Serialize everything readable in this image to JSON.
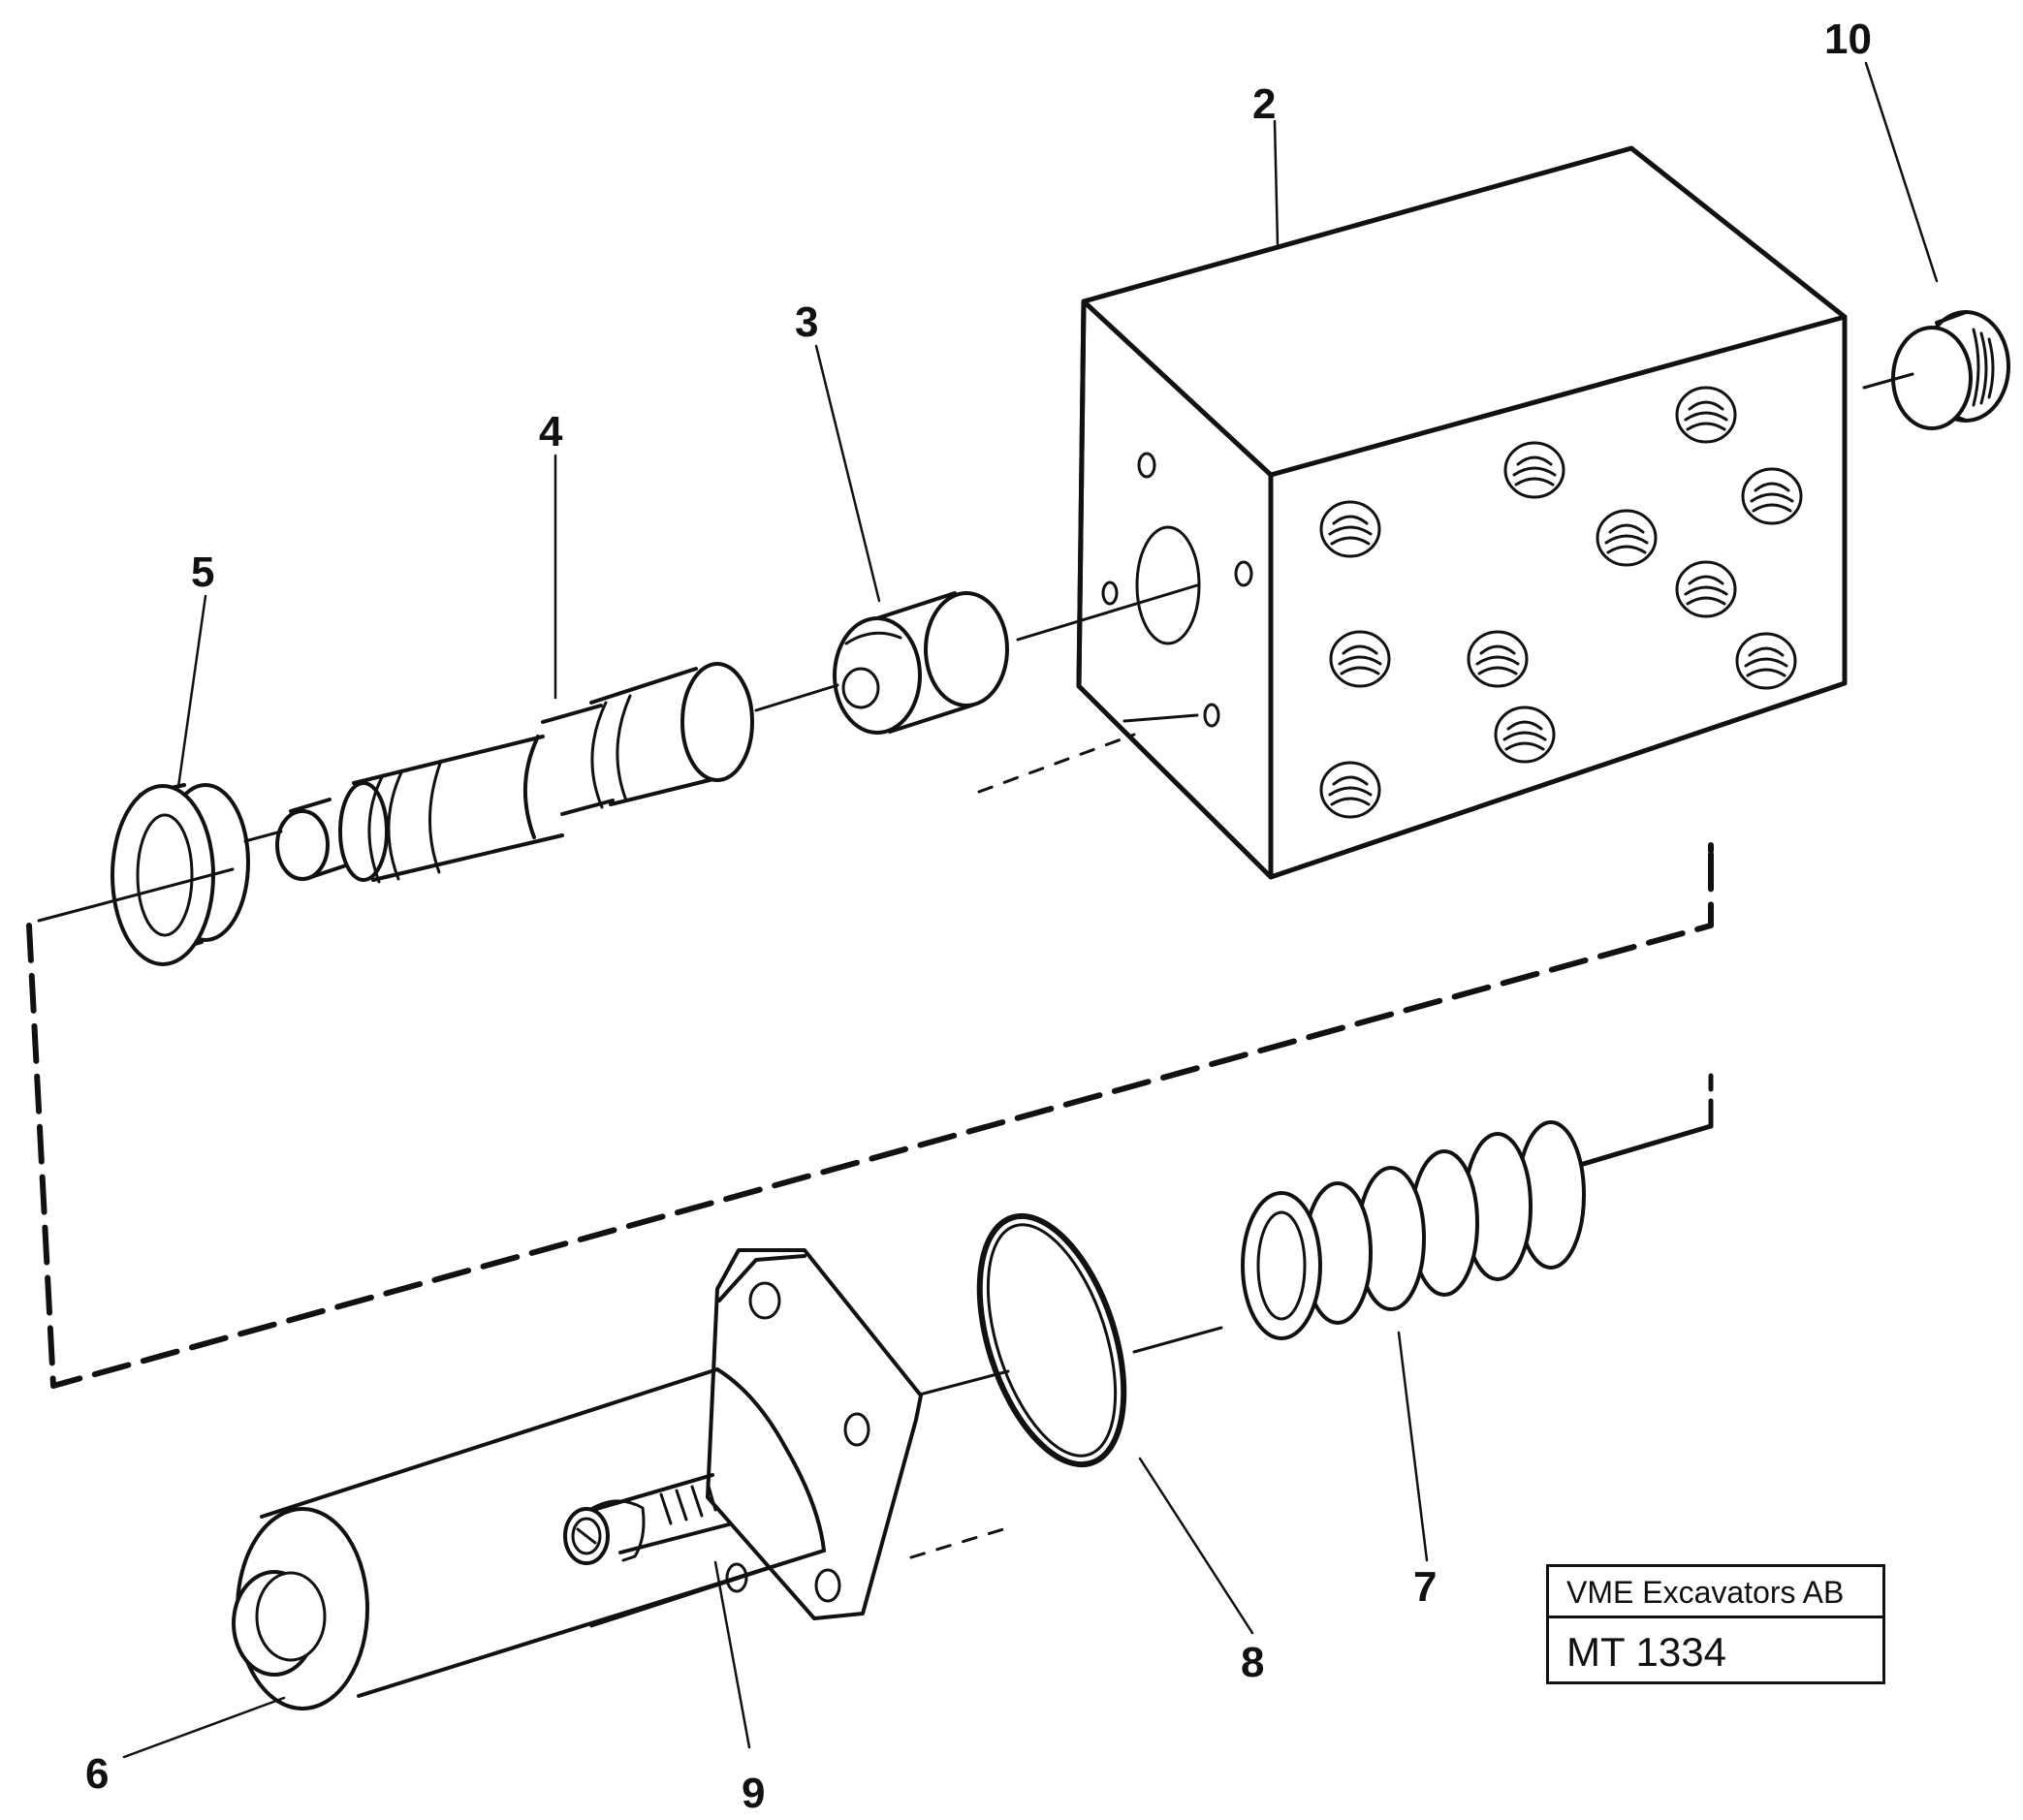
{
  "diagram": {
    "callouts": [
      {
        "id": "2",
        "label": "2"
      },
      {
        "id": "3",
        "label": "3"
      },
      {
        "id": "4",
        "label": "4"
      },
      {
        "id": "5",
        "label": "5"
      },
      {
        "id": "6",
        "label": "6"
      },
      {
        "id": "7",
        "label": "7"
      },
      {
        "id": "8",
        "label": "8"
      },
      {
        "id": "9",
        "label": "9"
      },
      {
        "id": "10",
        "label": "10"
      }
    ]
  },
  "title_block": {
    "company": "VME Excavators AB",
    "code": "MT 1334"
  }
}
